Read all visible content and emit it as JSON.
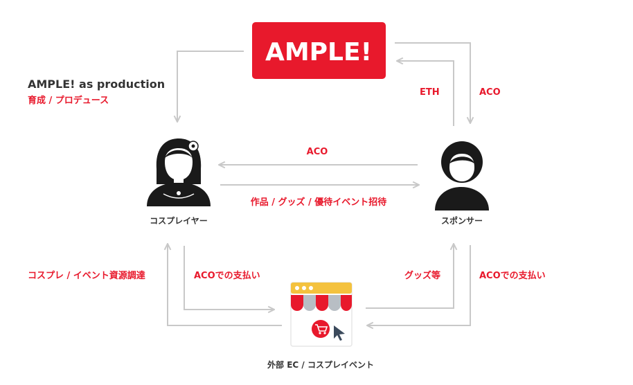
{
  "brand": {
    "name": "AMPLE!",
    "color": "#e8192c"
  },
  "production": {
    "title": "AMPLE! as production",
    "subtitle": "育成 / プロデュース"
  },
  "nodes": {
    "cosplayer": "コスプレイヤー",
    "sponsor": "スポンサー",
    "shop": "外部 EC / コスプレイベント"
  },
  "flows": {
    "eth": "ETH",
    "aco_top": "ACO",
    "aco_to_cosplayer": "ACO",
    "works_to_sponsor": "作品 / グッズ / 優待イベント招待",
    "cosplay_resources": "コスプレ / イベント資源調達",
    "cosplayer_aco_payment": "ACOでの支払い",
    "goods": "グッズ等",
    "sponsor_aco_payment": "ACOでの支払い"
  },
  "colors": {
    "accent": "#e8192c",
    "arrow": "#c8c8c8",
    "text": "#333333"
  },
  "icons": {
    "cosplayer": "cosplayer-woman-icon",
    "sponsor": "sponsor-person-icon",
    "shop": "shop-storefront-icon",
    "cart": "cart-icon",
    "cursor": "cursor-pointer-icon"
  }
}
